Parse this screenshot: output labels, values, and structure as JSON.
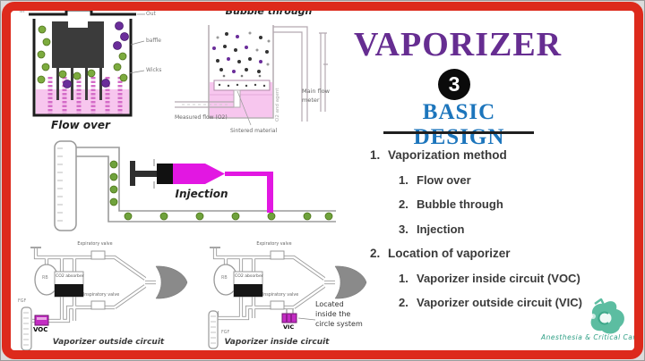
{
  "slide": {
    "title": "VAPORIZER",
    "number": "3",
    "subtitle": "BASIC DESIGN",
    "credit": "Anesthesia & Critical Care",
    "list": {
      "items": [
        {
          "num": "1.",
          "label": "Vaporization method",
          "subs": [
            {
              "num": "1.",
              "label": "Flow over"
            },
            {
              "num": "2.",
              "label": "Bubble through"
            },
            {
              "num": "3.",
              "label": "Injection"
            }
          ]
        },
        {
          "num": "2.",
          "label": "Location of vaporizer",
          "subs": [
            {
              "num": "1.",
              "label": "Vaporizer inside circuit (VOC)"
            },
            {
              "num": "2.",
              "label": "Vaporizer outside circuit (VIC)"
            }
          ]
        }
      ]
    }
  },
  "diagrams": {
    "flow_over": {
      "caption": "Flow over",
      "label_in": "In",
      "label_out": "Out",
      "label_baffle": "baffle",
      "label_wicks": "Wicks"
    },
    "bubble_through": {
      "title": "Bubble through",
      "label_measured_flow": "Measured flow (O2)",
      "label_sintered": "Sintered material",
      "label_main_flow": "Main flow meter",
      "label_pipe": "O2 and agent"
    },
    "injection": {
      "caption": "Injection"
    },
    "outside_circuit": {
      "caption": "Vaporizer outside circuit",
      "label_exp_valve": "Expiratory valve",
      "label_insp_valve": "Inspiratory valve",
      "label_co2": "CO2 absorber",
      "label_rb": "RB",
      "label_fgf": "FGF",
      "label_box": "VOC"
    },
    "inside_circuit": {
      "caption": "Vaporizer inside circuit",
      "label_exp_valve": "Expiratory valve",
      "label_insp_valve": "Inspiratory valve",
      "label_co2": "CO2 absorber",
      "label_rb": "RB",
      "label_fgf": "FGF",
      "label_box": "VIC",
      "note": "Located inside the circle system"
    }
  },
  "colors": {
    "border_red": "#dd2a1c",
    "title_purple": "#662d91",
    "subtitle_blue": "#1c75bc",
    "magenta": "#e617e6",
    "liquid_pink": "#f7c6ee",
    "dot_green": "#7cab3e",
    "dot_purple": "#6a2d9a",
    "tube_gray": "#9b9b9b",
    "logo_teal": "#4fb99e"
  }
}
